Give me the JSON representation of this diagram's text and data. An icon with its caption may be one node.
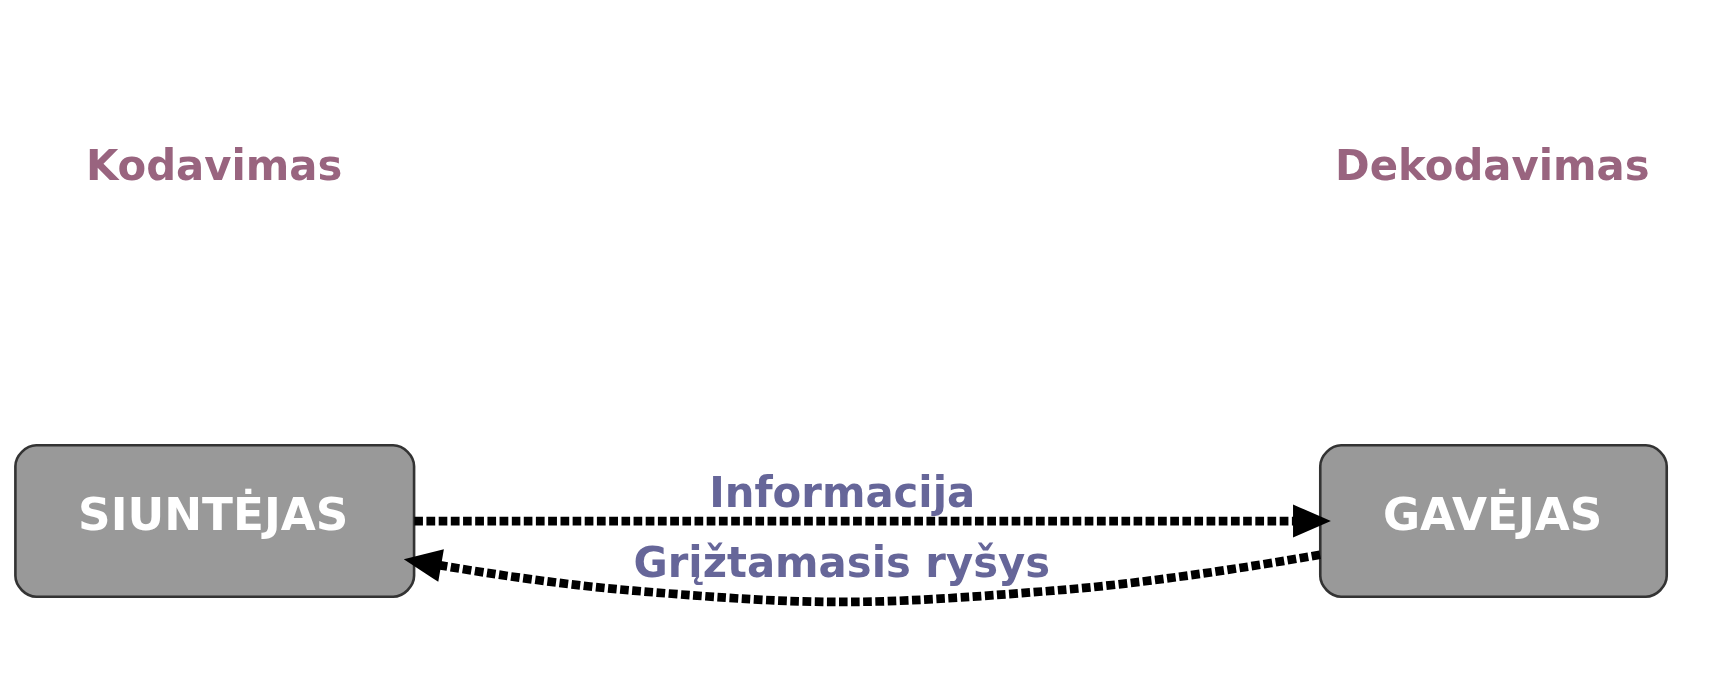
{
  "diagram": {
    "nodes": [
      {
        "text": [
          "SIUNTĖJAS"
        ]
      },
      {
        "text": [
          "GAVĖJAS"
        ]
      }
    ],
    "edges": [
      {
        "from": 0,
        "to": 1,
        "arrow": "to",
        "label": "Informacija",
        "style": "dashed"
      },
      {
        "from": 1,
        "to": 0,
        "arrow": "to",
        "label": "Grįžtamasis ryšys",
        "style": "dashed"
      }
    ],
    "labels": [
      "Kodavimas",
      "Dekodavimas"
    ]
  }
}
